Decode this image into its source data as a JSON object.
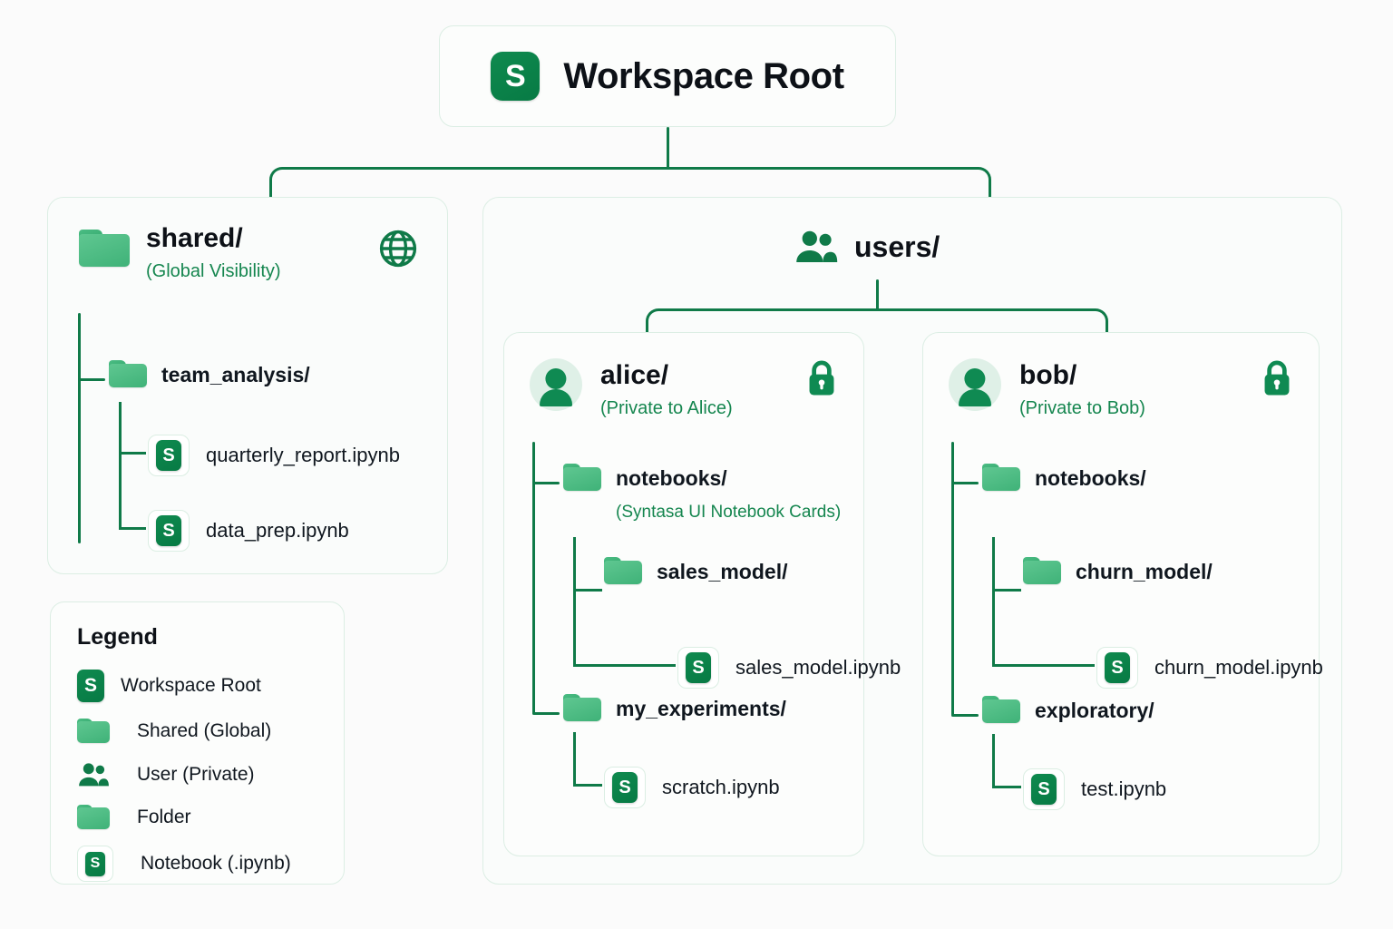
{
  "root": {
    "label": "Workspace Root",
    "icon": "syntasa-s-icon"
  },
  "shared": {
    "title": "shared/",
    "subtitle": "(Global Visibility)",
    "icon": "folder-icon",
    "badge_icon": "globe-icon",
    "children": [
      {
        "label": "team_analysis/",
        "type": "folder"
      },
      {
        "label": "quarterly_report.ipynb",
        "type": "notebook"
      },
      {
        "label": "data_prep.ipynb",
        "type": "notebook"
      }
    ]
  },
  "users": {
    "title": "users/",
    "icon": "users-group-icon",
    "alice": {
      "title": "alice/",
      "subtitle": "(Private to Alice)",
      "avatar_icon": "user-avatar-icon",
      "badge_icon": "lock-icon",
      "children": [
        {
          "label": "notebooks/",
          "type": "folder",
          "note": "(Syntasa UI Notebook Cards)"
        },
        {
          "label": "sales_model/",
          "type": "folder"
        },
        {
          "label": "sales_model.ipynb",
          "type": "notebook"
        },
        {
          "label": "my_experiments/",
          "type": "folder"
        },
        {
          "label": "scratch.ipynb",
          "type": "notebook"
        }
      ]
    },
    "bob": {
      "title": "bob/",
      "subtitle": "(Private to Bob)",
      "avatar_icon": "user-avatar-icon",
      "badge_icon": "lock-icon",
      "children": [
        {
          "label": "notebooks/",
          "type": "folder"
        },
        {
          "label": "churn_model/",
          "type": "folder"
        },
        {
          "label": "churn_model.ipynb",
          "type": "notebook"
        },
        {
          "label": "exploratory/",
          "type": "folder"
        },
        {
          "label": "test.ipynb",
          "type": "notebook"
        }
      ]
    }
  },
  "legend": {
    "title": "Legend",
    "items": [
      {
        "label": "Workspace Root",
        "icon": "syntasa-s-icon"
      },
      {
        "label": "Shared (Global)",
        "icon": "folder-icon"
      },
      {
        "label": "User (Private)",
        "icon": "users-group-icon"
      },
      {
        "label": "Folder",
        "icon": "folder-icon"
      },
      {
        "label": "Notebook (.ipynb)",
        "icon": "notebook-icon"
      }
    ]
  },
  "glyphs": {
    "s": "S"
  },
  "colors": {
    "accent_dark_green": "#0f7a48",
    "folder_green": "#4bbd84",
    "logo_green": "#0e8049",
    "card_border": "#dceee4",
    "background": "#fbfbfb",
    "sub_text": "#15864f"
  }
}
